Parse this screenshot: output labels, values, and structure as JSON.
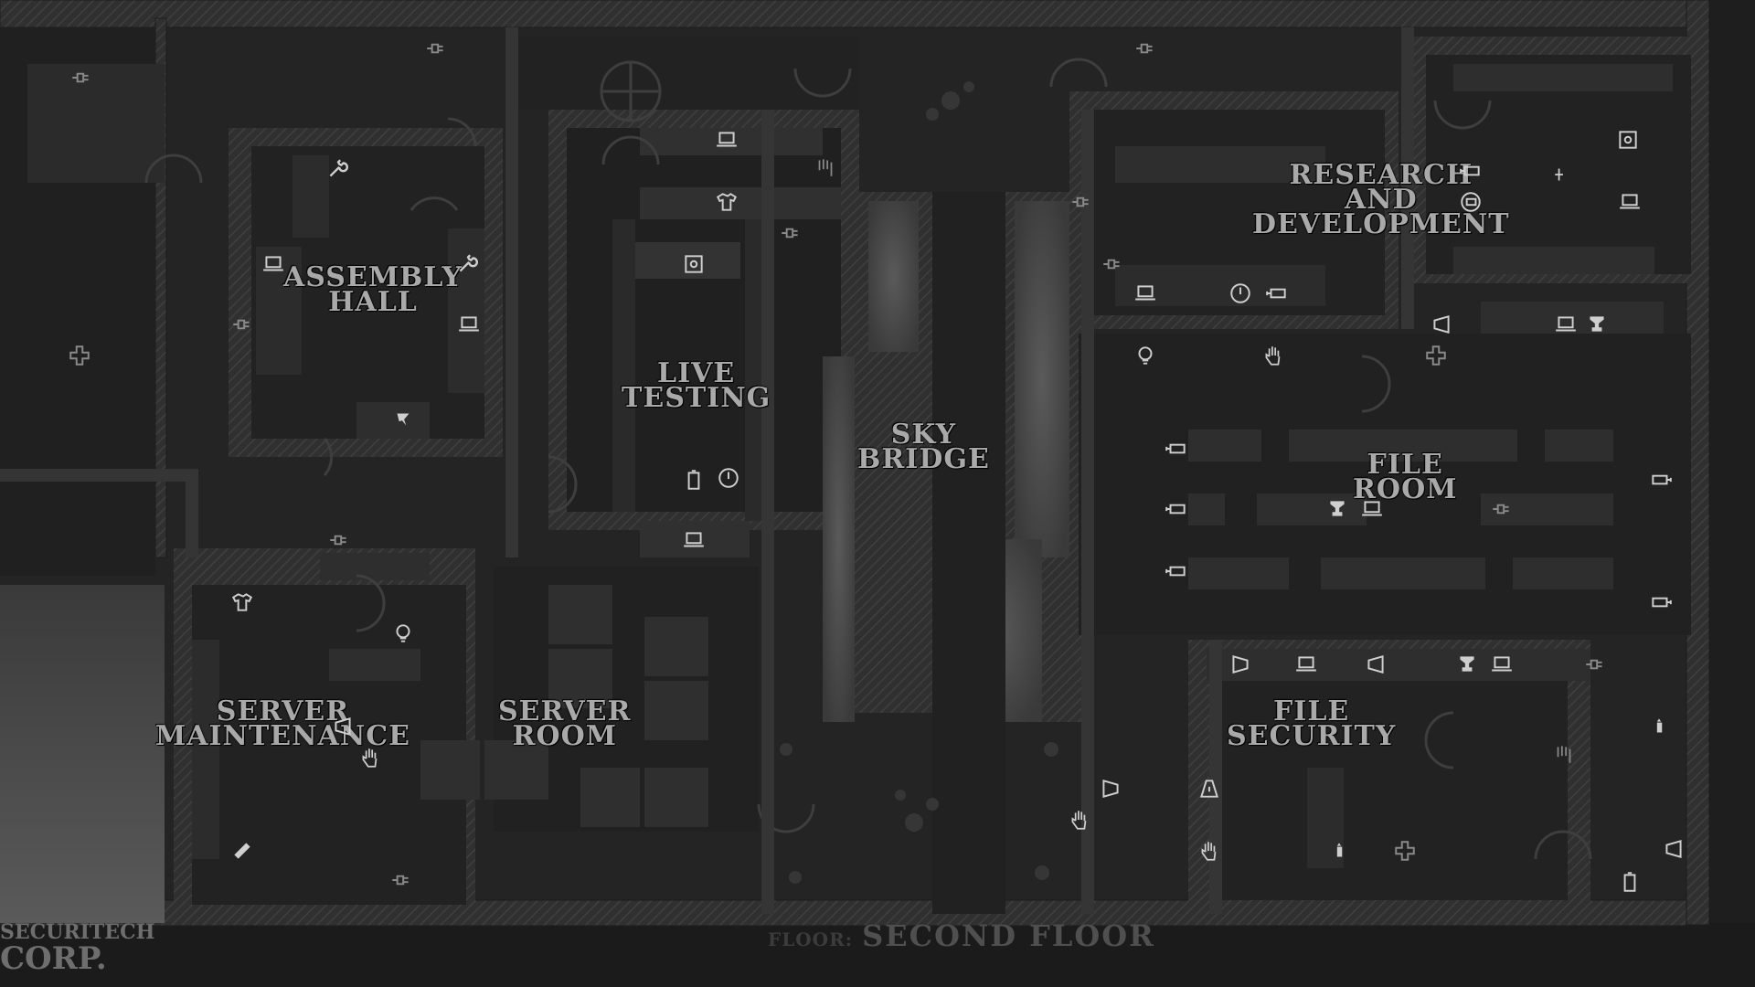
{
  "rooms": {
    "assembly_hall": [
      "Assembly",
      "Hall"
    ],
    "live_testing": [
      "Live",
      "Testing"
    ],
    "sky_bridge": [
      "Sky",
      "Bridge"
    ],
    "research": [
      "Research",
      "and",
      "Development"
    ],
    "file_room": [
      "File",
      "Room"
    ],
    "server_maintenance": [
      "Server",
      "Maintenance"
    ],
    "server_room": [
      "Server",
      "Room"
    ],
    "file_security": [
      "File",
      "Security"
    ]
  },
  "brand": {
    "line1": "Securitech",
    "line2": "Corp."
  },
  "floor": {
    "label": "Floor:",
    "value": "Second Floor"
  },
  "colors": {
    "background": "#1a1a1a",
    "floor": "#262626",
    "wall": "#3a3a3a",
    "label": "#a9a9a9",
    "icon": "#cfcfcf",
    "void": "#4a4a4a"
  },
  "map_icons": [
    "plug-icon",
    "wrench-icon",
    "laptop-icon",
    "shirt-icon",
    "safe-icon",
    "vent-icon",
    "medkit-icon",
    "hand-icon",
    "bulb-icon",
    "camera-icon",
    "battery-icon",
    "power-icon",
    "trophy-icon",
    "door-icon",
    "bandage-icon",
    "alarm-icon"
  ]
}
